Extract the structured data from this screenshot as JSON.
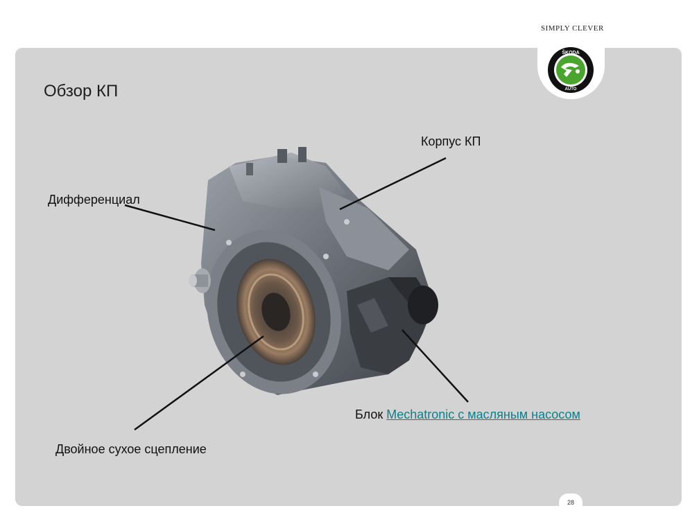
{
  "header": {
    "tagline": "SIMPLY CLEVER",
    "logo_text": "ŠKODA AUTO"
  },
  "slide": {
    "title": "Обзор КП",
    "page_number": "28"
  },
  "labels": {
    "housing": "Корпус КП",
    "differential": "Дифференциал",
    "mechatronic_prefix": "Блок ",
    "mechatronic_link": "Mechatronic с масляным насосом",
    "clutch": "Двойное сухое сцепление"
  },
  "colors": {
    "panel": "#d3d3d3",
    "link": "#0e7f8a",
    "logo_green": "#4aa52e"
  }
}
